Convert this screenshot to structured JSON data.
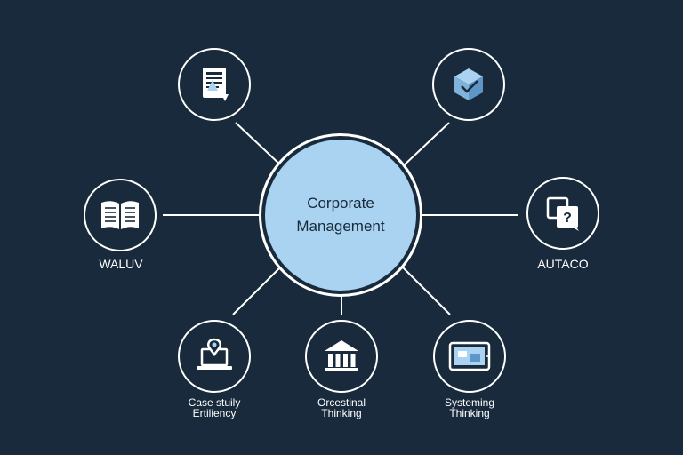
{
  "center": {
    "line1": "Corporate",
    "line2": "Management"
  },
  "nodes": [
    {
      "id": "top-left",
      "icon": "document-icon",
      "caption": []
    },
    {
      "id": "top-right",
      "icon": "cube-icon",
      "caption": []
    },
    {
      "id": "left",
      "icon": "open-book-icon",
      "caption": [
        "WALUV"
      ]
    },
    {
      "id": "right",
      "icon": "question-cards-icon",
      "caption": [
        "AUTACO"
      ]
    },
    {
      "id": "bottom-left",
      "icon": "laptop-pin-icon",
      "caption": [
        "Case stuily",
        "Ertiliency"
      ]
    },
    {
      "id": "bottom-center",
      "icon": "institution-icon",
      "caption": [
        "Orcestinal",
        "Thinking"
      ]
    },
    {
      "id": "bottom-right",
      "icon": "tablet-icon",
      "caption": [
        "Systeming",
        "Thinking"
      ]
    }
  ],
  "colors": {
    "background": "#182a3b",
    "hub": "#a9d3f1",
    "accent": "#a9d3f1",
    "line": "#ffffff"
  }
}
